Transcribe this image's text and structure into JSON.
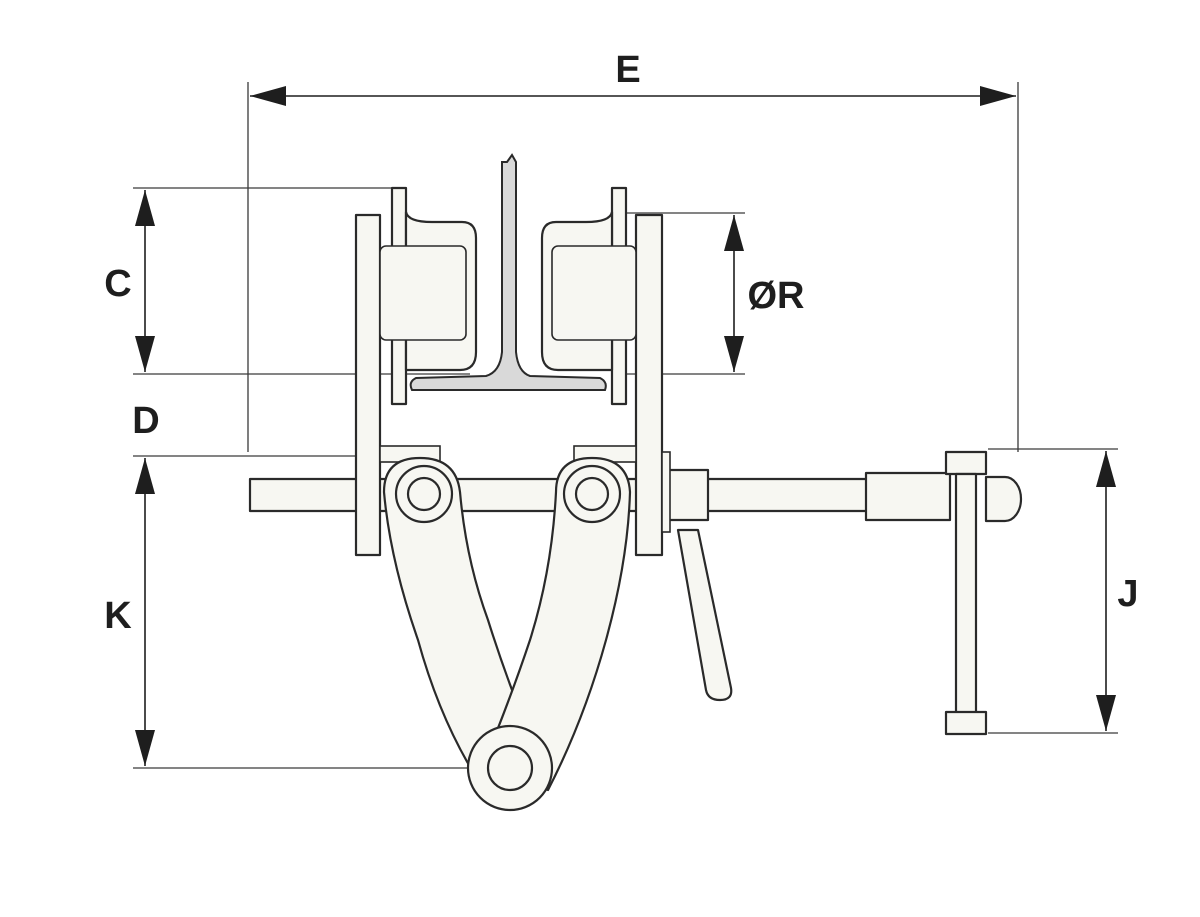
{
  "dimensions": {
    "E": "E",
    "C": "C",
    "R": "ØR",
    "D": "D",
    "K": "K",
    "J": "J"
  },
  "colors": {
    "line": "#2a2a2a",
    "fill": "#f7f7f2",
    "rail": "#d9d9d9",
    "text": "#1e1e1e"
  }
}
